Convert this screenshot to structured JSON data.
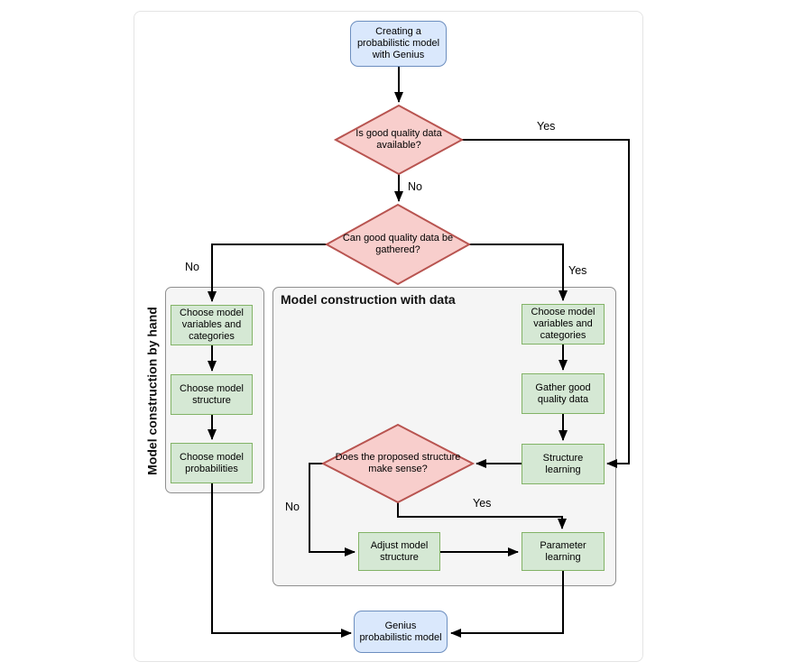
{
  "colors": {
    "terminal_fill": "#dae8fc",
    "terminal_stroke": "#6c8ebf",
    "decision_fill": "#f8cecc",
    "decision_stroke": "#b85450",
    "process_fill": "#d5e8d4",
    "process_stroke": "#82b366",
    "section_fill": "#f5f5f5",
    "section_stroke": "#8f8f8f",
    "connector": "#000000",
    "frame_border": "#e4e4e4"
  },
  "sections": {
    "by_hand": "Model construction by hand",
    "with_data": "Model construction with data"
  },
  "nodes": {
    "start": "Creating a\nprobabilistic model\nwith Genius",
    "decision_data_available": "Is good quality data\navailable?",
    "decision_data_gathered": "Can good quality data be\ngathered?",
    "hand_choose_variables": "Choose model\nvariables and\ncategories",
    "hand_choose_structure": "Choose model\nstructure",
    "hand_choose_probabilities": "Choose model\nprobabilities",
    "data_choose_variables": "Choose model\nvariables and\ncategories",
    "data_gather_data": "Gather good\nquality data",
    "data_structure_learning": "Structure\nlearning",
    "decision_structure_sense": "Does the proposed structure\nmake sense?",
    "data_adjust_structure": "Adjust model\nstructure",
    "data_parameter_learning": "Parameter\nlearning",
    "end": "Genius\nprobabilistic model"
  },
  "edge_labels": {
    "d1_yes": "Yes",
    "d1_no": "No",
    "d2_no": "No",
    "d2_yes": "Yes",
    "d3_no": "No",
    "d3_yes": "Yes"
  }
}
